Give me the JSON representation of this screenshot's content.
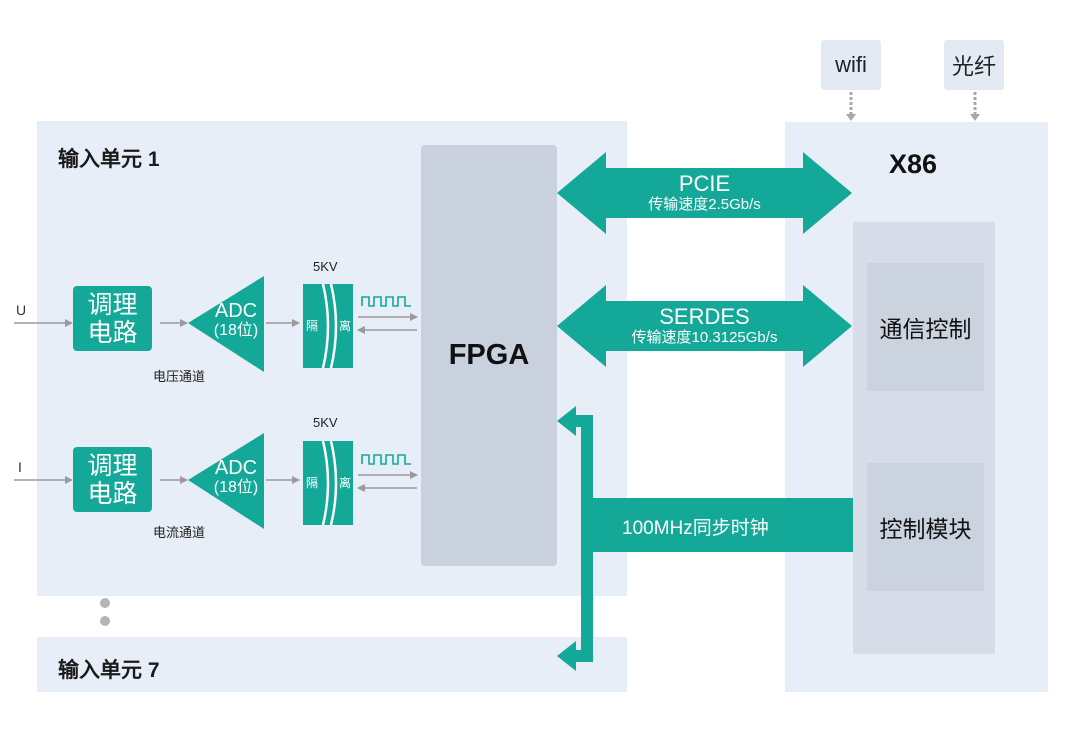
{
  "units": {
    "unit1_title": "输入单元 1",
    "unit7_title": "输入单元 7"
  },
  "fpga": {
    "label": "FPGA"
  },
  "channels": [
    {
      "input_label": "U",
      "conditioning_line1": "调理",
      "conditioning_line2": "电路",
      "adc_line1": "ADC",
      "adc_line2": "(18位)",
      "channel_name": "电压通道",
      "isolation_kv": "5KV",
      "isolation_left": "隔",
      "isolation_right": "离"
    },
    {
      "input_label": "I",
      "conditioning_line1": "调理",
      "conditioning_line2": "电路",
      "adc_line1": "ADC",
      "adc_line2": "(18位)",
      "channel_name": "电流通道",
      "isolation_kv": "5KV",
      "isolation_left": "隔",
      "isolation_right": "离"
    }
  ],
  "links": {
    "pcie_name": "PCIE",
    "pcie_speed": "传输速度2.5Gb/s",
    "serdes_name": "SERDES",
    "serdes_speed": "传输速度10.3125Gb/s",
    "clock_label": "100MHz同步时钟"
  },
  "x86": {
    "title": "X86",
    "comm_control": "通信控制",
    "control_module": "控制模块"
  },
  "external": {
    "wifi": "wifi",
    "fiber": "光纤"
  },
  "colors": {
    "teal": "#13a898",
    "panel": "#e8eef7",
    "fpga": "#c8d1dd",
    "inner_block": "#cbd3df",
    "gray_arrow": "#9a9a9a",
    "dots": "#b5b5b5"
  }
}
